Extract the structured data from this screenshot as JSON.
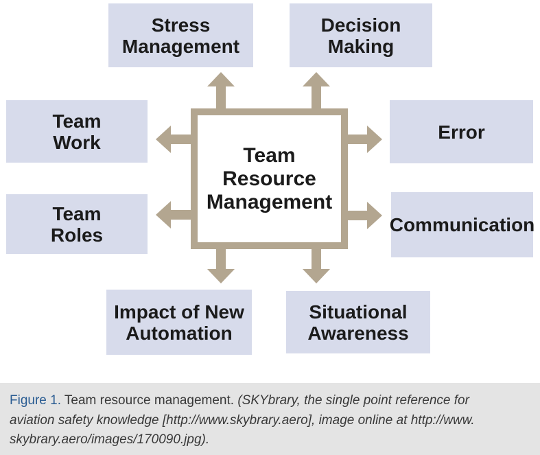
{
  "diagram": {
    "center": {
      "label": "Team\nResource\nManagement"
    },
    "nodes": [
      {
        "id": "stress-management",
        "label": "Stress\nManagement"
      },
      {
        "id": "decision-making",
        "label": "Decision\nMaking"
      },
      {
        "id": "team-work",
        "label": "Team\nWork"
      },
      {
        "id": "error",
        "label": "Error"
      },
      {
        "id": "team-roles",
        "label": "Team\nRoles"
      },
      {
        "id": "communication",
        "label": "Communication"
      },
      {
        "id": "impact-of-new-automation",
        "label": "Impact of New\nAutomation"
      },
      {
        "id": "situational-awareness",
        "label": "Situational\nAwareness"
      }
    ],
    "colors": {
      "node_background": "#d7dbeb",
      "arrow": "#b3a690",
      "text": "#1b1b1b"
    }
  },
  "caption": {
    "figure_label": "Figure 1.",
    "title_text": " Team resource management. ",
    "line1_italic": "(SKYbrary, the single point reference for",
    "line2": "aviation safety knowledge [http://www.skybrary.aero], image online at http://www.",
    "line3": "skybrary.aero/images/170090.jpg).",
    "colors": {
      "panel_background": "#e4e4e4",
      "figure_label": "#2a5c92",
      "text": "#383838"
    }
  }
}
